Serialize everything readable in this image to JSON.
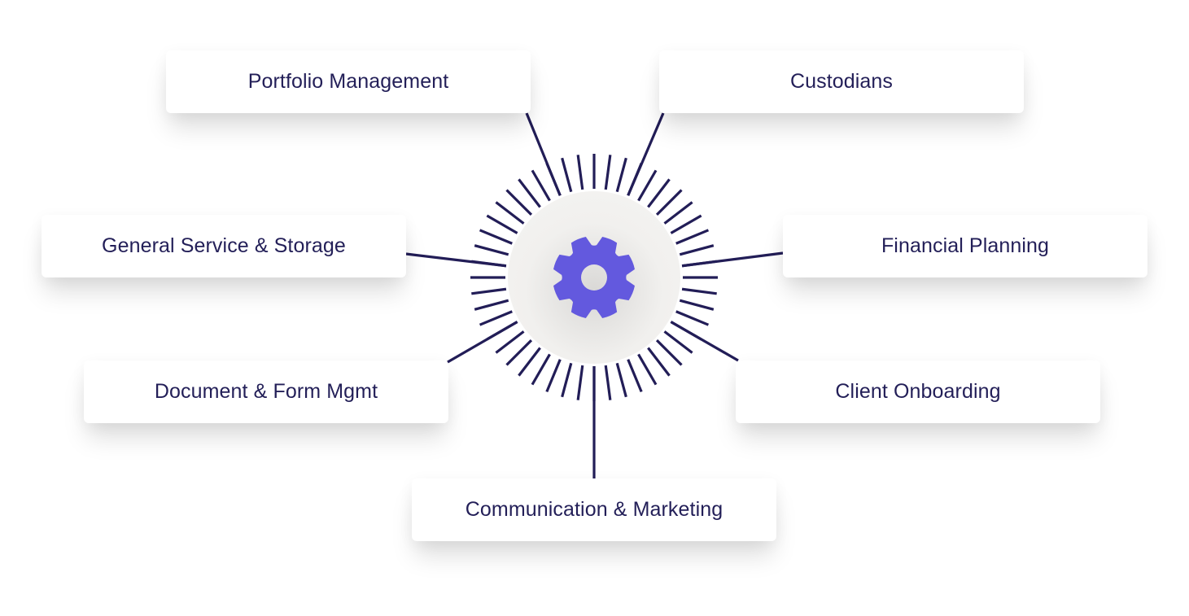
{
  "hub": {
    "icon": "gear-icon",
    "gear_color": "#6359de",
    "ray_color": "#221d57",
    "ray_count": 48
  },
  "nodes": [
    {
      "id": "portfolio",
      "label": "Portfolio Management",
      "angle_deg": -22.5
    },
    {
      "id": "custodians",
      "label": "Custodians",
      "angle_deg": 22.5
    },
    {
      "id": "general",
      "label": "General Service & Storage",
      "angle_deg": -82.5
    },
    {
      "id": "financial",
      "label": "Financial Planning",
      "angle_deg": 82.5
    },
    {
      "id": "document",
      "label": "Document & Form Mgmt",
      "angle_deg": -120
    },
    {
      "id": "client",
      "label": "Client Onboarding",
      "angle_deg": 120
    },
    {
      "id": "communication",
      "label": "Communication & Marketing",
      "angle_deg": 180
    }
  ],
  "colors": {
    "text": "#231f58",
    "card": "#ffffff",
    "hub_fill": "#f4f3f1"
  }
}
